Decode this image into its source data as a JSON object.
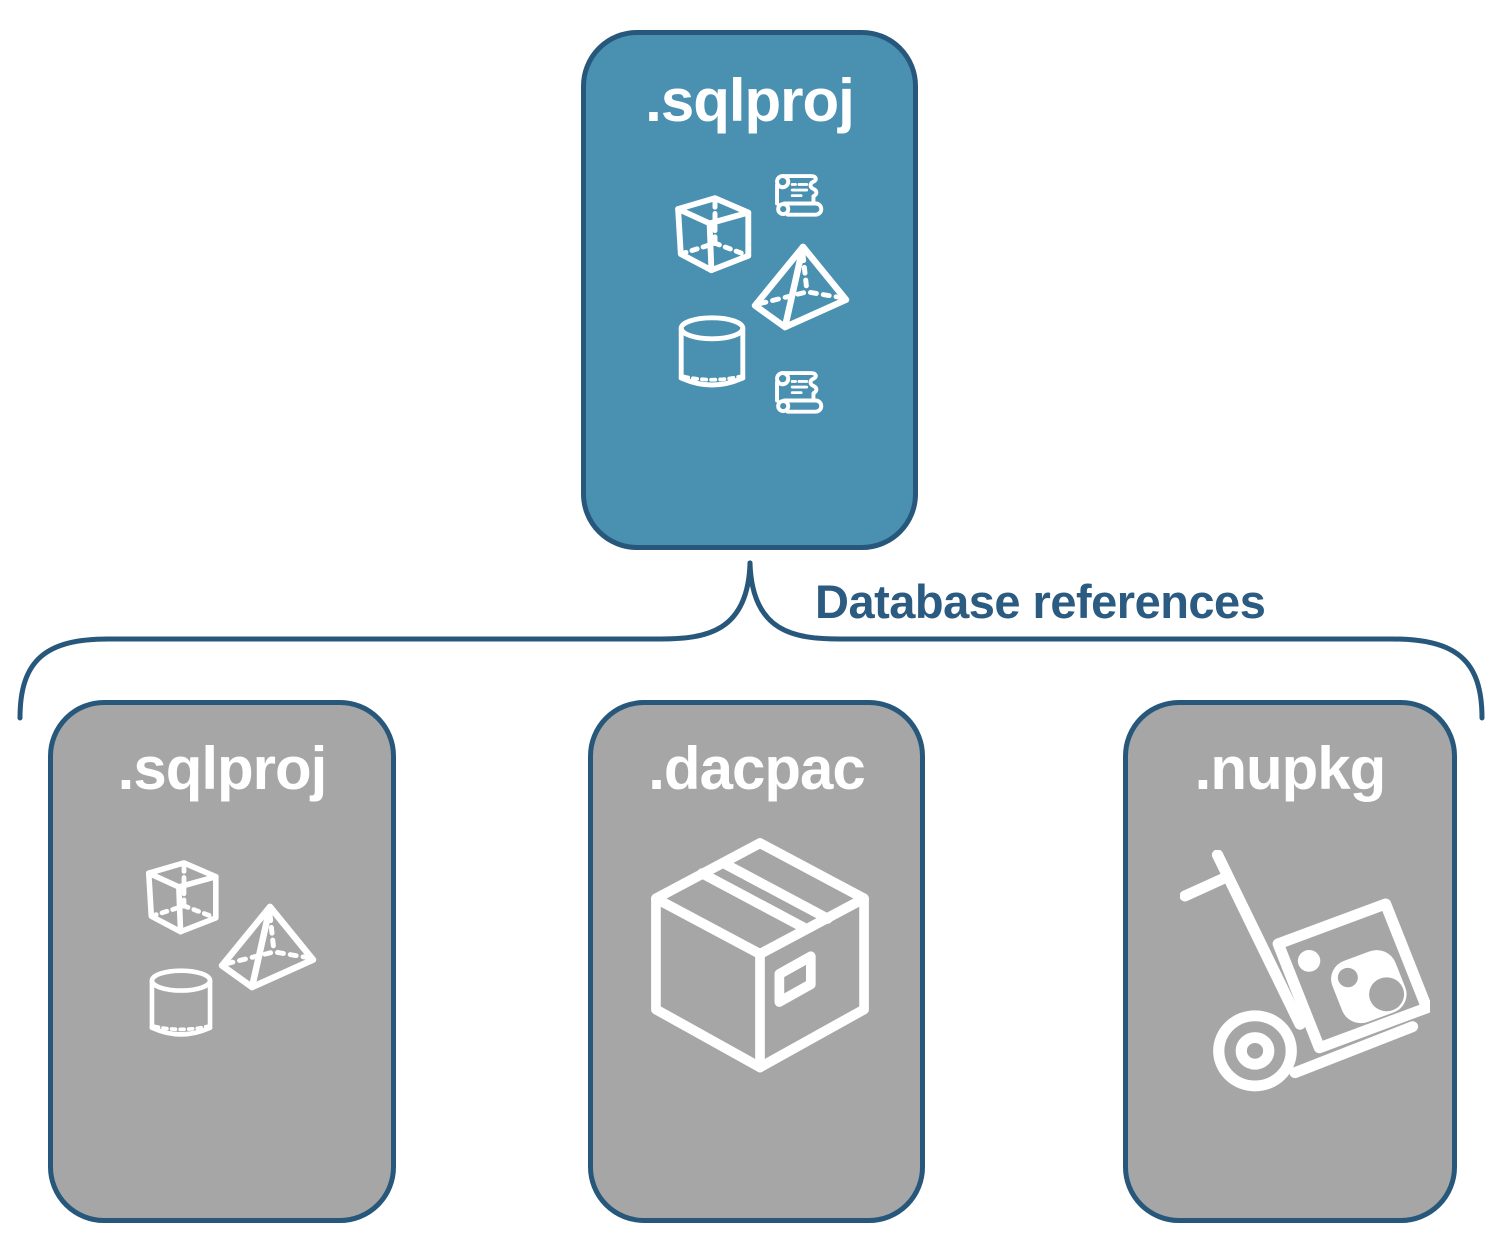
{
  "diagram": {
    "edge_label": "Database references",
    "source_node": {
      "label": ".sqlproj",
      "icons": [
        "scroll-icon",
        "cube-icon",
        "pyramid-icon",
        "cylinder-icon",
        "scroll-icon"
      ]
    },
    "target_nodes": [
      {
        "label": ".sqlproj",
        "icons": [
          "cube-icon",
          "pyramid-icon",
          "cylinder-icon"
        ]
      },
      {
        "label": ".dacpac",
        "icons": [
          "package-box-icon"
        ]
      },
      {
        "label": ".nupkg",
        "icons": [
          "hand-truck-icon",
          "nuget-logo-icon"
        ]
      }
    ],
    "colors": {
      "accent-blue": "#4A90B1",
      "card-gray": "#A6A6A6",
      "outline-navy": "#27587C",
      "label-navy": "#2B5B80",
      "icon-white": "#FFFFFF",
      "canvas-white": "#FFFFFF"
    }
  }
}
